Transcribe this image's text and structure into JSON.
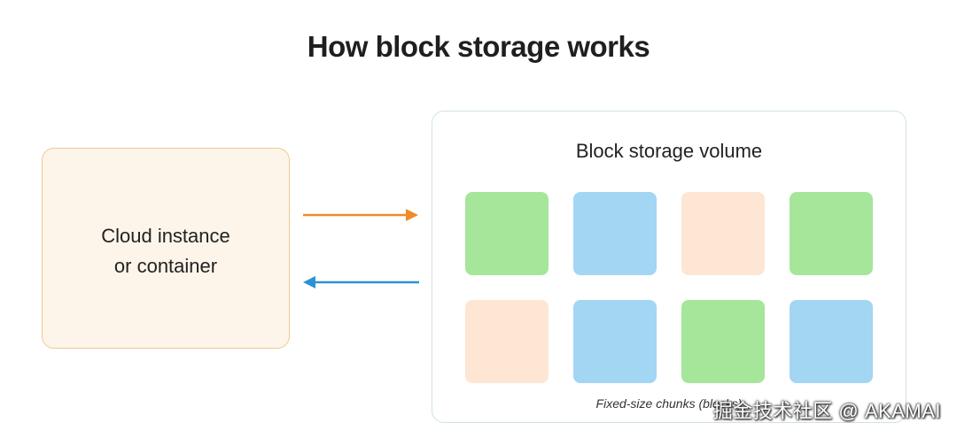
{
  "title": "How block storage works",
  "instance": {
    "label": "Cloud instance\nor container",
    "fill": "#fdf5ea",
    "border": "#efc98e"
  },
  "arrows": {
    "write_color": "#f28c28",
    "read_color": "#2a93d5"
  },
  "volume": {
    "title": "Block storage volume",
    "caption": "Fixed-size chunks (blocks)",
    "border": "#cfe3e0",
    "blocks": [
      [
        "green",
        "blue",
        "peach",
        "green"
      ],
      [
        "peach",
        "blue",
        "green",
        "blue"
      ]
    ],
    "colors": {
      "green": "#a5e69b",
      "blue": "#a2d6f2",
      "peach": "#fde6d4"
    }
  },
  "watermark": "掘金技术社区 @ AKAMAI"
}
